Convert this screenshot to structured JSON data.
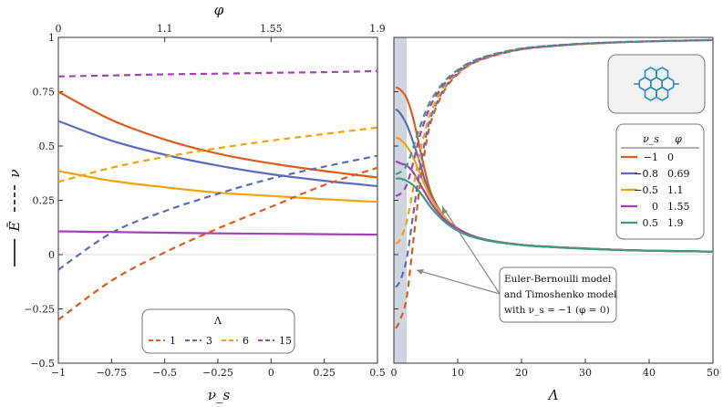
{
  "chart_data": [
    {
      "type": "line",
      "xlabel": "ν_s",
      "x2label": "φ",
      "ylabel_solid": "Ē",
      "ylabel_dashed": "ν",
      "xlim": [
        -1,
        0.5
      ],
      "ylim": [
        -0.5,
        1
      ],
      "xticks": [
        "−1",
        "−0.75",
        "−0.5",
        "−0.25",
        "0",
        "0.25",
        "0.5"
      ],
      "x2ticks": [
        "0",
        "1.1",
        "1.55",
        "1.9"
      ],
      "x2tick_positions_nus": [
        -1,
        -0.5,
        0,
        0.5
      ],
      "yticks": [
        "−0.5",
        "−0.25",
        "0",
        "0.25",
        "0.5",
        "0.75",
        "1"
      ],
      "legend": {
        "title": "Λ",
        "placement": "bottom-center",
        "entries": [
          "1",
          "3",
          "6",
          "15"
        ]
      },
      "x": [
        -1,
        -0.75,
        -0.5,
        -0.25,
        0,
        0.25,
        0.5
      ],
      "series": [
        {
          "name": "1",
          "style": "solid",
          "color": "#e05a1c",
          "values": [
            0.75,
            0.62,
            0.53,
            0.465,
            0.42,
            0.385,
            0.355
          ]
        },
        {
          "name": "3",
          "style": "solid",
          "color": "#5c6bc0",
          "values": [
            0.615,
            0.525,
            0.46,
            0.41,
            0.37,
            0.34,
            0.315
          ]
        },
        {
          "name": "6",
          "style": "solid",
          "color": "#f0a30a",
          "values": [
            0.385,
            0.34,
            0.31,
            0.285,
            0.27,
            0.255,
            0.243
          ]
        },
        {
          "name": "15",
          "style": "solid",
          "color": "#a640b8",
          "values": [
            0.107,
            0.104,
            0.101,
            0.098,
            0.096,
            0.094,
            0.092
          ]
        },
        {
          "name": "1",
          "style": "dashed",
          "color": "#e05a1c",
          "values": [
            -0.3,
            -0.12,
            0.01,
            0.12,
            0.22,
            0.32,
            0.4
          ]
        },
        {
          "name": "3",
          "style": "dashed",
          "color": "#5c6bc0",
          "values": [
            -0.07,
            0.1,
            0.2,
            0.28,
            0.35,
            0.405,
            0.455
          ]
        },
        {
          "name": "6",
          "style": "dashed",
          "color": "#f0a30a",
          "values": [
            0.335,
            0.4,
            0.45,
            0.49,
            0.525,
            0.555,
            0.585
          ]
        },
        {
          "name": "15",
          "style": "dashed",
          "color": "#a640b8",
          "values": [
            0.82,
            0.825,
            0.83,
            0.833,
            0.837,
            0.84,
            0.845
          ]
        }
      ]
    },
    {
      "type": "line",
      "xlabel": "Λ",
      "xlim": [
        0,
        50
      ],
      "ylim": [
        -0.5,
        1
      ],
      "xticks": [
        "0",
        "10",
        "20",
        "30",
        "40",
        "50"
      ],
      "shaded_band": [
        0,
        2
      ],
      "legend": {
        "placement": "right",
        "headers": [
          "ν_s",
          "φ"
        ],
        "rows": [
          [
            "−1",
            "0"
          ],
          [
            "−0.8",
            "0.69"
          ],
          [
            "−0.5",
            "1.1"
          ],
          [
            "0",
            "1.55"
          ],
          [
            "0.5",
            "1.9"
          ]
        ]
      },
      "annotation": [
        "Euler-Bernoulli model",
        "and Timoshenko model",
        "with ν_s = −1 (φ = 0)"
      ],
      "x": [
        0.3,
        1,
        2,
        3,
        4,
        5,
        6,
        8,
        10,
        12,
        15,
        20,
        25,
        30,
        35,
        40,
        45,
        50
      ],
      "series": [
        {
          "name": "−1",
          "style": "solid",
          "color": "#e05a1c",
          "values": [
            0.77,
            0.76,
            0.72,
            0.63,
            0.5,
            0.37,
            0.27,
            0.17,
            0.12,
            0.09,
            0.065,
            0.045,
            0.035,
            0.028,
            0.022,
            0.018,
            0.016,
            0.014
          ]
        },
        {
          "name": "−0.8",
          "style": "solid",
          "color": "#5c6bc0",
          "values": [
            0.67,
            0.65,
            0.6,
            0.52,
            0.43,
            0.33,
            0.26,
            0.17,
            0.12,
            0.09,
            0.065,
            0.045,
            0.035,
            0.028,
            0.022,
            0.018,
            0.016,
            0.014
          ]
        },
        {
          "name": "−0.5",
          "style": "solid",
          "color": "#f0a30a",
          "values": [
            0.54,
            0.53,
            0.5,
            0.45,
            0.38,
            0.31,
            0.25,
            0.17,
            0.12,
            0.09,
            0.065,
            0.045,
            0.035,
            0.028,
            0.022,
            0.018,
            0.016,
            0.014
          ]
        },
        {
          "name": "0",
          "style": "solid",
          "color": "#a640b8",
          "values": [
            0.43,
            0.42,
            0.41,
            0.38,
            0.33,
            0.28,
            0.23,
            0.16,
            0.12,
            0.09,
            0.065,
            0.045,
            0.035,
            0.028,
            0.022,
            0.018,
            0.016,
            0.014
          ]
        },
        {
          "name": "0.5",
          "style": "solid",
          "color": "#3f9b7a",
          "values": [
            0.35,
            0.35,
            0.34,
            0.32,
            0.29,
            0.25,
            0.21,
            0.15,
            0.11,
            0.085,
            0.063,
            0.044,
            0.034,
            0.027,
            0.022,
            0.018,
            0.016,
            0.014
          ]
        },
        {
          "name": "−1",
          "style": "dashed",
          "color": "#e05a1c",
          "values": [
            -0.34,
            -0.3,
            -0.2,
            0.05,
            0.3,
            0.5,
            0.63,
            0.76,
            0.83,
            0.875,
            0.91,
            0.945,
            0.96,
            0.97,
            0.977,
            0.982,
            0.985,
            0.988
          ]
        },
        {
          "name": "−0.8",
          "style": "dashed",
          "color": "#5c6bc0",
          "values": [
            -0.15,
            -0.12,
            -0.02,
            0.18,
            0.38,
            0.54,
            0.65,
            0.77,
            0.835,
            0.877,
            0.912,
            0.946,
            0.961,
            0.971,
            0.977,
            0.982,
            0.985,
            0.988
          ]
        },
        {
          "name": "−0.5",
          "style": "dashed",
          "color": "#f0a30a",
          "values": [
            0.05,
            0.07,
            0.15,
            0.3,
            0.46,
            0.58,
            0.67,
            0.78,
            0.84,
            0.88,
            0.914,
            0.947,
            0.962,
            0.971,
            0.977,
            0.982,
            0.985,
            0.988
          ]
        },
        {
          "name": "0",
          "style": "dashed",
          "color": "#a640b8",
          "values": [
            0.27,
            0.28,
            0.32,
            0.42,
            0.54,
            0.63,
            0.7,
            0.79,
            0.845,
            0.883,
            0.916,
            0.948,
            0.962,
            0.972,
            0.978,
            0.982,
            0.985,
            0.988
          ]
        },
        {
          "name": "0.5",
          "style": "dashed",
          "color": "#3f9b7a",
          "values": [
            0.37,
            0.38,
            0.41,
            0.49,
            0.58,
            0.66,
            0.72,
            0.8,
            0.85,
            0.886,
            0.918,
            0.949,
            0.963,
            0.972,
            0.978,
            0.982,
            0.985,
            0.988
          ]
        }
      ]
    }
  ]
}
